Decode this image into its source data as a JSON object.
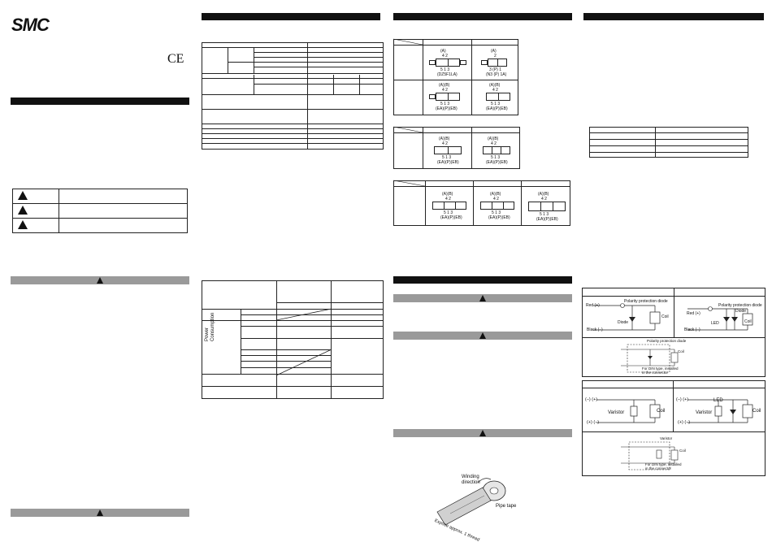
{
  "brand": {
    "logo_text": "SMC",
    "mark": "CE"
  },
  "symbols": {
    "a": {
      "port_top": "(A)",
      "nums": "4  2",
      "bottom": "5  1  3",
      "code": "(DZ5F1LA)"
    },
    "b": {
      "port_top": "(A)",
      "nums": "2",
      "bottom": "3 (P) 1",
      "code": "(N3 (P) 1A)"
    },
    "c": {
      "port_top": "(A)(B)",
      "nums": "4  2",
      "bottom": "5  1  3",
      "code": "(EA)(P)(EB)"
    },
    "d": {
      "port_top": "(A)(B)",
      "nums": "4  2",
      "bottom": "5  1  3",
      "code": "(EA)(P)(EB)"
    },
    "e": {
      "port_top": "(A)(B)",
      "nums": "4  2",
      "bottom": "5 1 3",
      "code": "(EA)(P)(EB)"
    },
    "f": {
      "port_top": "(A)(B)",
      "nums": "4  2",
      "bottom": "5 1 3",
      "code": "(EA)(P)(EB)"
    },
    "g": {
      "port_top": "(A)(B)",
      "nums": "4  2",
      "bottom": "5 1 3",
      "code": "(EA)(P)(EB)"
    },
    "h": {
      "port_top": "(A)(B)",
      "nums": "4  2",
      "bottom": "5 1 3",
      "code": "(EA)(P)(EB)"
    },
    "i": {
      "port_top": "(A)(B)",
      "nums": "4  2",
      "bottom": "5 1 3",
      "code": "(EA)(P)(EB)"
    }
  },
  "power_label": "Power\nConsumption",
  "tape": {
    "winding": "Winding\ndirection",
    "pipe_tape": "Pipe tape",
    "expose": "Expose approx. 1 thread"
  },
  "circuit_dc": {
    "red": "Red (+)",
    "black": "Black (–)",
    "polarity": "Polarity protection diode",
    "diode": "Diode",
    "coil": "Coil",
    "led": "LED",
    "din_note": "For DIN type, installed\nin the connector"
  },
  "circuit_ac": {
    "minus_plus": "(–) (+)",
    "plus_minus": "(+) (–)",
    "varistor": "Varistor",
    "coil": "Coil",
    "led": "LED",
    "din_note": "For DIN type, installed\nin the connector"
  }
}
